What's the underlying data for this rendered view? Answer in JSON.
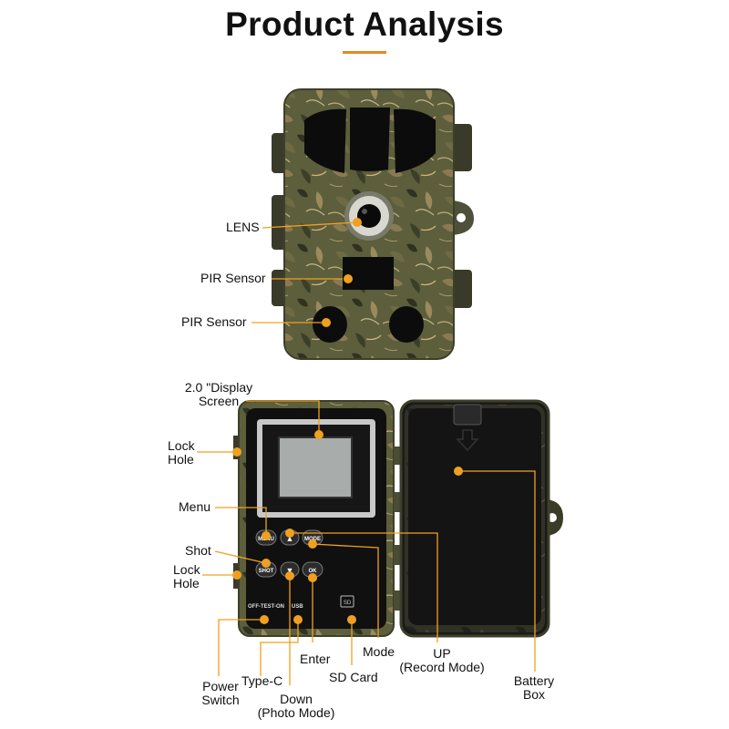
{
  "title": "Product Analysis",
  "accent_color": "#f0a020",
  "front_labels": {
    "lens": "LENS",
    "pir_sensor_1": "PIR Sensor",
    "pir_sensor_2": "PIR Sensor"
  },
  "inside_labels": {
    "display_line1": "2.0 \"Display",
    "display_line2": "Screen",
    "lock_hole_top_line1": "Lock",
    "lock_hole_top_line2": "Hole",
    "menu": "Menu",
    "shot": "Shot",
    "lock_hole_bottom_line1": "Lock",
    "lock_hole_bottom_line2": "Hole",
    "power_switch_line1": "Power",
    "power_switch_line2": "Switch",
    "type_c": "Type-C",
    "down_line1": "Down",
    "down_line2": "(Photo Mode)",
    "enter": "Enter",
    "sd_card": "SD Card",
    "mode": "Mode",
    "up_line1": "UP",
    "up_line2": "(Record Mode)",
    "battery_line1": "Battery",
    "battery_line2": "Box"
  },
  "panel_text": {
    "menu_btn": "MENU",
    "mode_btn": "MODE",
    "shot_btn": "SHOT",
    "ok_btn": "OK",
    "switch_text": "OFF-TEST-ON",
    "usb_text": "USB",
    "sd_text": "SD",
    "up_arrow": "▲",
    "down_arrow": "▼"
  }
}
